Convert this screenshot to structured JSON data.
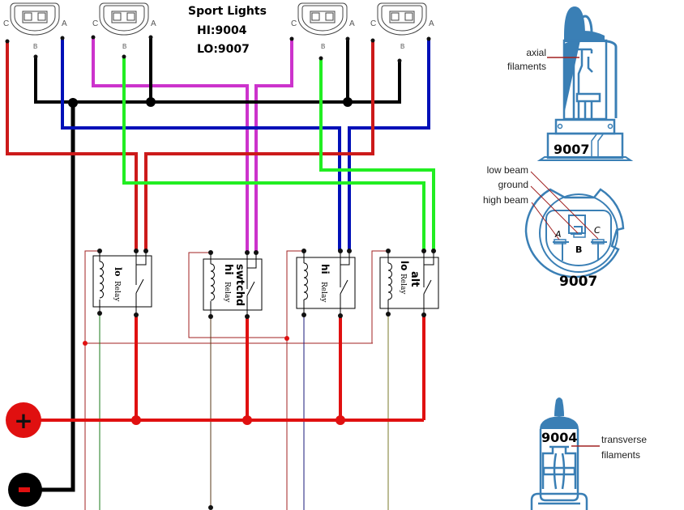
{
  "title": {
    "line1": "Sport Lights",
    "line2": "HI:9004",
    "line3": "LO:9007"
  },
  "connectors": [
    {
      "id": "connector-1",
      "pins": [
        "C",
        "B",
        "A"
      ],
      "wire_colors": {
        "C": "red",
        "B": "black",
        "A": "blue"
      }
    },
    {
      "id": "connector-2",
      "pins": [
        "C",
        "B",
        "A"
      ],
      "wire_colors": {
        "C": "magenta",
        "B": "green",
        "A": "black"
      }
    },
    {
      "id": "connector-3",
      "pins": [
        "C",
        "B",
        "A"
      ],
      "wire_colors": {
        "C": "magenta",
        "B": "green",
        "A": "black"
      }
    },
    {
      "id": "connector-4",
      "pins": [
        "C",
        "B",
        "A"
      ],
      "wire_colors": {
        "C": "red",
        "B": "black",
        "A": "blue"
      }
    }
  ],
  "relays": [
    {
      "id": "lo-relay",
      "line1": "lo",
      "line2": "Relay"
    },
    {
      "id": "switched-hi-relay",
      "line1": "swtchd",
      "line2": "hi",
      "line3": "Relay"
    },
    {
      "id": "hi-relay",
      "line1": "hi",
      "line2": "Relay"
    },
    {
      "id": "alt-lo-relay",
      "line1": "alt",
      "line2": "lo",
      "line3": "Relay"
    }
  ],
  "battery": {
    "positive_symbol": "+",
    "negative_symbol": "−"
  },
  "bulb_9007": {
    "model": "9007",
    "callout": [
      "axial",
      "filaments"
    ]
  },
  "socket_9007": {
    "model": "9007",
    "labels": [
      "low beam",
      "ground",
      "high beam"
    ],
    "pins": [
      "A",
      "B",
      "C"
    ]
  },
  "bulb_9004": {
    "model": "9004",
    "callout": [
      "transverse",
      "filaments"
    ]
  },
  "colors": {
    "red": "#cc1a1a",
    "bright_red": "#e01010",
    "black": "#000000",
    "blue": "#0010b8",
    "magenta": "#cc33cc",
    "green": "#22ee22",
    "bulb_blue": "#3a7fb5",
    "thin_red": "#a02020",
    "thin_green": "#1a7a1a",
    "thin_brown": "#5a3a1a",
    "thin_navy": "#1a1a7a",
    "thin_olive": "#7a7a2a"
  }
}
